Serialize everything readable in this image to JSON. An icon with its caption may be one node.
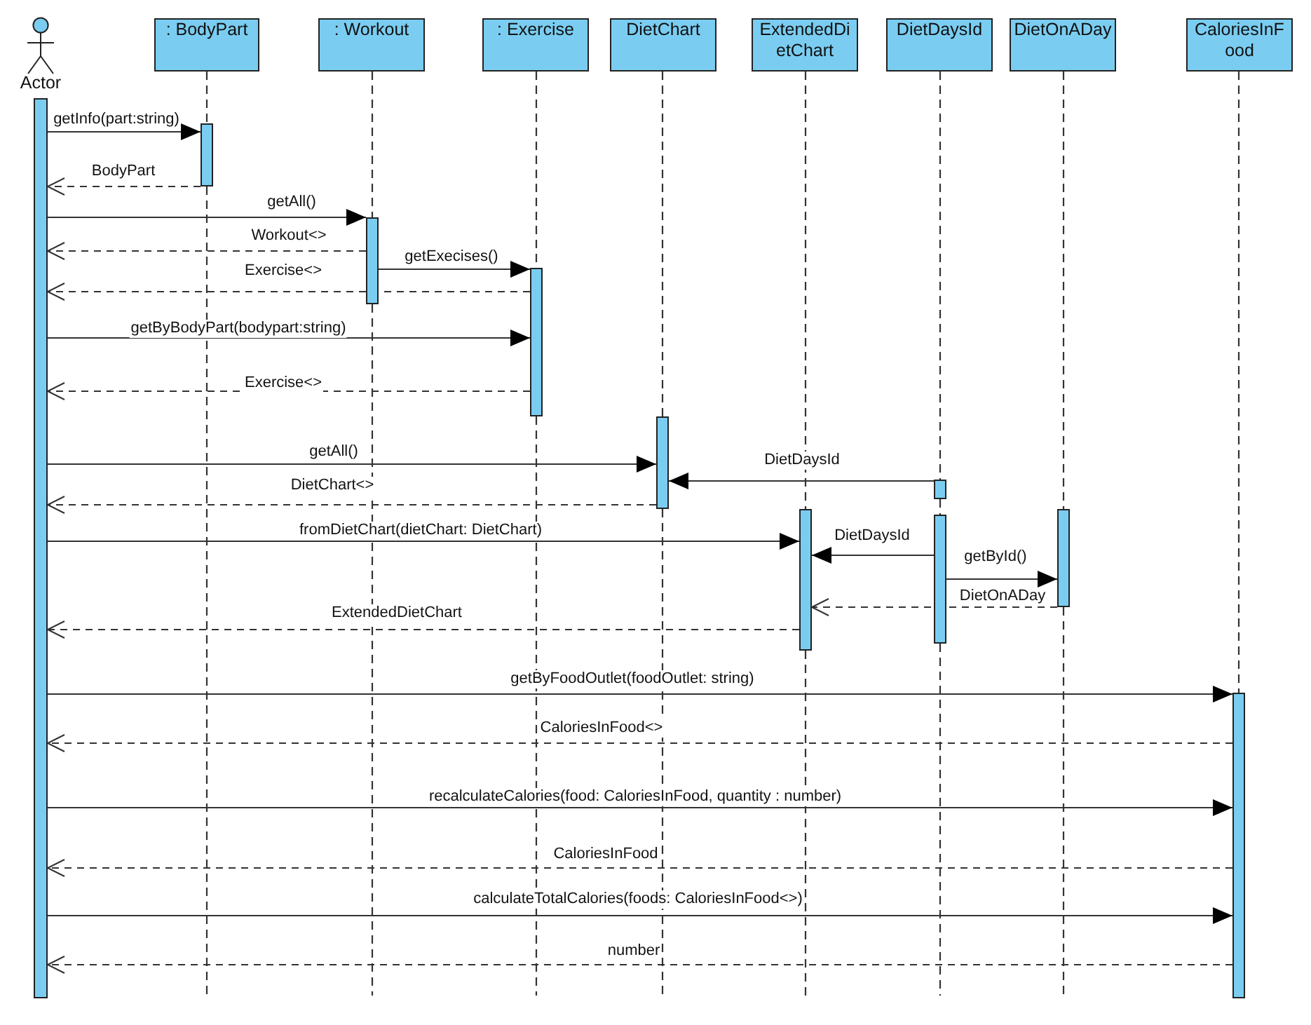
{
  "diagram": {
    "nodes": [
      {
        "text": [
          "Actor"
        ]
      },
      {
        "text": [
          ": BodyPart"
        ]
      },
      {
        "text": [
          ": Workout"
        ]
      },
      {
        "text": [
          ": Exercise"
        ]
      },
      {
        "text": [
          "DietChart"
        ]
      },
      {
        "text": [
          "ExtendedDietChart"
        ]
      },
      {
        "text": [
          "DietDaysId"
        ]
      },
      {
        "text": [
          "DietOnADay"
        ]
      },
      {
        "text": [
          "CaloriesInFood"
        ]
      },
      {
        "text": [],
        "shape": "bar"
      },
      {
        "text": [],
        "shape": "bar"
      },
      {
        "text": [],
        "shape": "bar"
      },
      {
        "text": [],
        "shape": "bar"
      },
      {
        "text": [],
        "shape": "bar"
      },
      {
        "text": [],
        "shape": "bar"
      },
      {
        "text": [],
        "shape": "bar"
      },
      {
        "text": [],
        "shape": "bar"
      },
      {
        "text": [],
        "shape": "bar"
      },
      {
        "text": [],
        "shape": "bar"
      }
    ],
    "edges": [
      {
        "from": 9,
        "to": 10,
        "arrow": "to",
        "label": "getInfo(part:string)"
      },
      {
        "from": 10,
        "to": 9,
        "arrow": "to",
        "label": "BodyPart",
        "style": "dashed"
      },
      {
        "from": 9,
        "to": 11,
        "arrow": "to",
        "label": "getAll()"
      },
      {
        "from": 11,
        "to": 9,
        "arrow": "to",
        "label": "Workout<>",
        "style": "dashed"
      },
      {
        "from": 11,
        "to": 12,
        "arrow": "to",
        "label": "getExecises()"
      },
      {
        "from": 12,
        "to": 9,
        "arrow": "to",
        "label": "Exercise<>",
        "style": "dashed"
      },
      {
        "from": 9,
        "to": 12,
        "arrow": "to",
        "label": "getByBodyPart(bodypart:string)"
      },
      {
        "from": 12,
        "to": 9,
        "arrow": "to",
        "label": "Exercise<>",
        "style": "dashed"
      },
      {
        "from": 9,
        "to": 13,
        "arrow": "to",
        "label": "getAll()"
      },
      {
        "from": 14,
        "to": 13,
        "arrow": "to",
        "label": "DietDaysId"
      },
      {
        "from": 13,
        "to": 9,
        "arrow": "to",
        "label": "DietChart<>",
        "style": "dashed"
      },
      {
        "from": 9,
        "to": 15,
        "arrow": "to",
        "label": "fromDietChart(dietChart: DietChart)"
      },
      {
        "from": 16,
        "to": 15,
        "arrow": "to",
        "label": "DietDaysId"
      },
      {
        "from": 16,
        "to": 17,
        "arrow": "to",
        "label": "getById()"
      },
      {
        "from": 17,
        "to": 15,
        "arrow": "to",
        "label": "DietOnADay",
        "style": "dashed"
      },
      {
        "from": 15,
        "to": 9,
        "arrow": "to",
        "label": "ExtendedDietChart",
        "style": "dashed"
      },
      {
        "from": 9,
        "to": 18,
        "arrow": "to",
        "label": "getByFoodOutlet(foodOutlet: string)"
      },
      {
        "from": 18,
        "to": 9,
        "arrow": "to",
        "label": "CaloriesInFood<>",
        "style": "dashed"
      },
      {
        "from": 9,
        "to": 18,
        "arrow": "to",
        "label": "recalculateCalories(food: CaloriesInFood, quantity : number)"
      },
      {
        "from": 18,
        "to": 9,
        "arrow": "to",
        "label": "CaloriesInFood",
        "style": "dashed"
      },
      {
        "from": 9,
        "to": 18,
        "arrow": "to",
        "label": "calculateTotalCalories(foods: CaloriesInFood<>)"
      },
      {
        "from": 18,
        "to": 9,
        "arrow": "to",
        "label": "number",
        "style": "dashed"
      },
      {
        "from": 1,
        "to": 10,
        "arrow": "none",
        "style": "dashed"
      },
      {
        "from": 10,
        "to": null,
        "arrow": "none",
        "style": "dashed"
      },
      {
        "from": 2,
        "to": 11,
        "arrow": "none",
        "style": "dashed"
      },
      {
        "from": 11,
        "to": null,
        "arrow": "none",
        "style": "dashed"
      },
      {
        "from": 3,
        "to": 12,
        "arrow": "none",
        "style": "dashed"
      },
      {
        "from": 12,
        "to": null,
        "arrow": "none",
        "style": "dashed"
      },
      {
        "from": 4,
        "to": 13,
        "arrow": "none",
        "style": "dashed"
      },
      {
        "from": 13,
        "to": null,
        "arrow": "none",
        "style": "dashed"
      },
      {
        "from": 5,
        "to": 15,
        "arrow": "none",
        "style": "dashed"
      },
      {
        "from": 15,
        "to": null,
        "arrow": "none",
        "style": "dashed"
      },
      {
        "from": 6,
        "to": 14,
        "arrow": "none",
        "style": "dashed"
      },
      {
        "from": 14,
        "to": 16,
        "arrow": "none",
        "style": "dashed"
      },
      {
        "from": 16,
        "to": null,
        "arrow": "none",
        "style": "dashed"
      },
      {
        "from": 7,
        "to": 17,
        "arrow": "none",
        "style": "dashed"
      },
      {
        "from": 17,
        "to": null,
        "arrow": "none",
        "style": "dashed"
      },
      {
        "from": 8,
        "to": 18,
        "arrow": "none",
        "style": "dashed"
      }
    ]
  }
}
